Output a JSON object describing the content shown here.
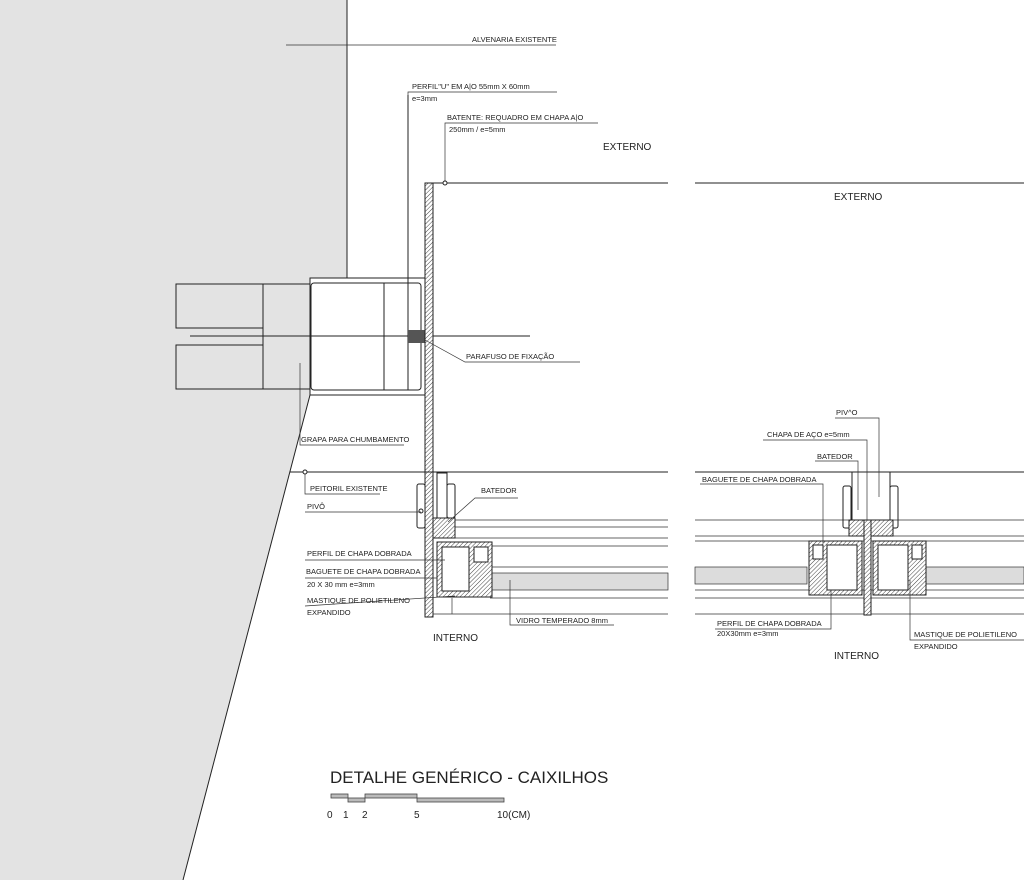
{
  "drawing": {
    "title": "DETALHE GENÉRICO - CAIXILHOS",
    "scale": {
      "ticks": [
        "0",
        "1",
        "2",
        "5",
        "10(CM)"
      ]
    },
    "colors": {
      "wall": "#e3e3e3",
      "glass": "#dcdcdc",
      "line": "#222222"
    },
    "left_detail": {
      "externo": "EXTERNO",
      "interno": "INTERNO",
      "labels": {
        "alvenaria": "ALVENARIA EXISTENTE",
        "perfil_u": "PERFIL\"U\" EM A|O 55mm X 60mm",
        "perfil_u_e": "e=3mm",
        "batente": "BATENTE: REQUADRO EM CHAPA A|O",
        "batente_dim": "250mm / e=5mm",
        "parafuso": "PARAFUSO DE FIXAÇÃO",
        "grapa": "GRAPA PARA CHUMBAMENTO",
        "peitoril": "PEITORIL EXISTENTE",
        "pivo": "PIVÔ",
        "batedor": "BATEDOR",
        "perfil_chapa": "PERFIL DE CHAPA DOBRADA",
        "baguete": "BAGUETE DE CHAPA DOBRADA",
        "baguete_dim": "20 X 30 mm e=3mm",
        "mastique": "MASTIQUE DE POLIETILENO",
        "mastique_2": "EXPANDIDO",
        "vidro": "VIDRO TEMPERADO 8mm"
      }
    },
    "right_detail": {
      "externo": "EXTERNO",
      "interno": "INTERNO",
      "labels": {
        "pivo": "PIV^O",
        "chapa": "CHAPA DE AÇO e=5mm",
        "batedor": "BATEDOR",
        "baguete": "BAGUETE DE CHAPA DOBRADA",
        "perfil_chapa": "PERFIL DE CHAPA DOBRADA",
        "perfil_dim": "20X30mm e=3mm",
        "mastique": "MASTIQUE DE POLIETILENO",
        "mastique_2": "EXPANDIDO"
      }
    }
  }
}
